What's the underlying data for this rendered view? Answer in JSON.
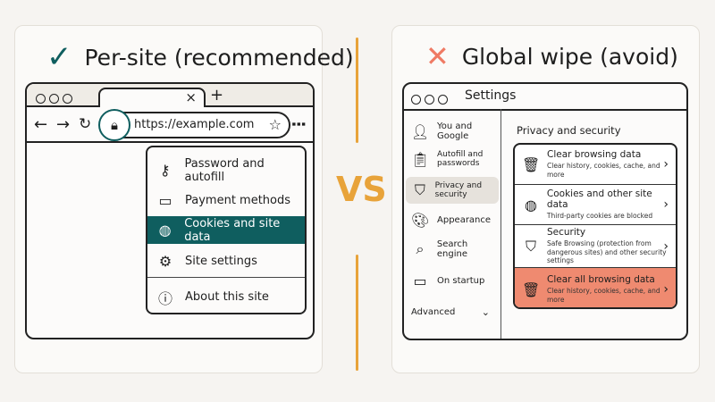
{
  "left": {
    "title": "Per-site (recommended)",
    "title_icon": "check-icon",
    "tab_close": "×",
    "tab_new": "+",
    "url": "https://example.com",
    "menu": [
      {
        "icon": "key-icon",
        "label": "Password and autofill"
      },
      {
        "icon": "card-icon",
        "label": "Payment methods"
      },
      {
        "icon": "cookie-icon",
        "label": "Cookies and site data",
        "highlighted": true
      },
      {
        "icon": "gear-icon",
        "label": "Site settings"
      },
      {
        "icon": "info-icon",
        "label": "About this site"
      }
    ]
  },
  "vs": "VS",
  "right": {
    "title": "Global wipe (avoid)",
    "title_icon": "x-icon",
    "window_title": "Settings",
    "sidebar": [
      {
        "icon": "person-icon",
        "label": "You and Google"
      },
      {
        "icon": "clipboard-icon",
        "label": "Autofill and passwords"
      },
      {
        "icon": "shield-icon",
        "label": "Privacy and security",
        "selected": true
      },
      {
        "icon": "palette-icon",
        "label": "Appearance"
      },
      {
        "icon": "search-icon",
        "label": "Search engine"
      },
      {
        "icon": "monitor-icon",
        "label": "On startup"
      }
    ],
    "advanced": "Advanced",
    "heading": "Privacy and security",
    "rows": [
      {
        "icon": "trash-icon",
        "title": "Clear browsing data",
        "sub": "Clear history, cookies, cache, and more"
      },
      {
        "icon": "cookie-icon",
        "title": "Cookies and other site data",
        "sub": "Third-party cookies are blocked"
      },
      {
        "icon": "shield-check-icon",
        "title": "Security",
        "sub": "Safe Browsing (protection from dangerous sites) and other security settings"
      },
      {
        "icon": "trash-icon",
        "title": "Clear all browsing data",
        "sub": "Clear history, cookies, cache, and more",
        "highlighted": true
      }
    ]
  },
  "colors": {
    "accent_teal": "#0f5e5f",
    "danger": "#ef8a70",
    "vs": "#e8a33a"
  }
}
